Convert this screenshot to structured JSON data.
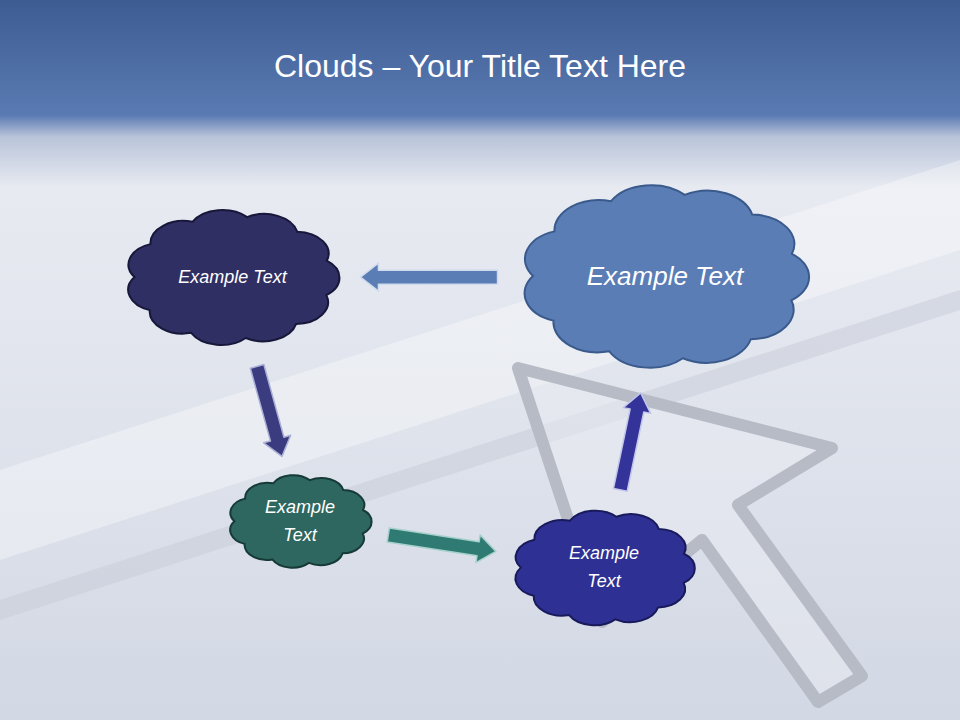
{
  "diagram": {
    "title": "Clouds – Your Title Text Here",
    "nodes": [
      {
        "text": [
          "Example Text"
        ]
      },
      {
        "text": [
          "Example Text"
        ]
      },
      {
        "text": [
          "Example Text"
        ]
      },
      {
        "text": [
          "Example Text"
        ]
      }
    ],
    "edges": [
      {
        "from": 0,
        "to": 2,
        "arrow": "to"
      },
      {
        "from": 2,
        "to": 3,
        "arrow": "to"
      },
      {
        "from": 3,
        "to": 1,
        "arrow": "to"
      },
      {
        "from": 1,
        "to": 0,
        "arrow": "to"
      }
    ]
  }
}
